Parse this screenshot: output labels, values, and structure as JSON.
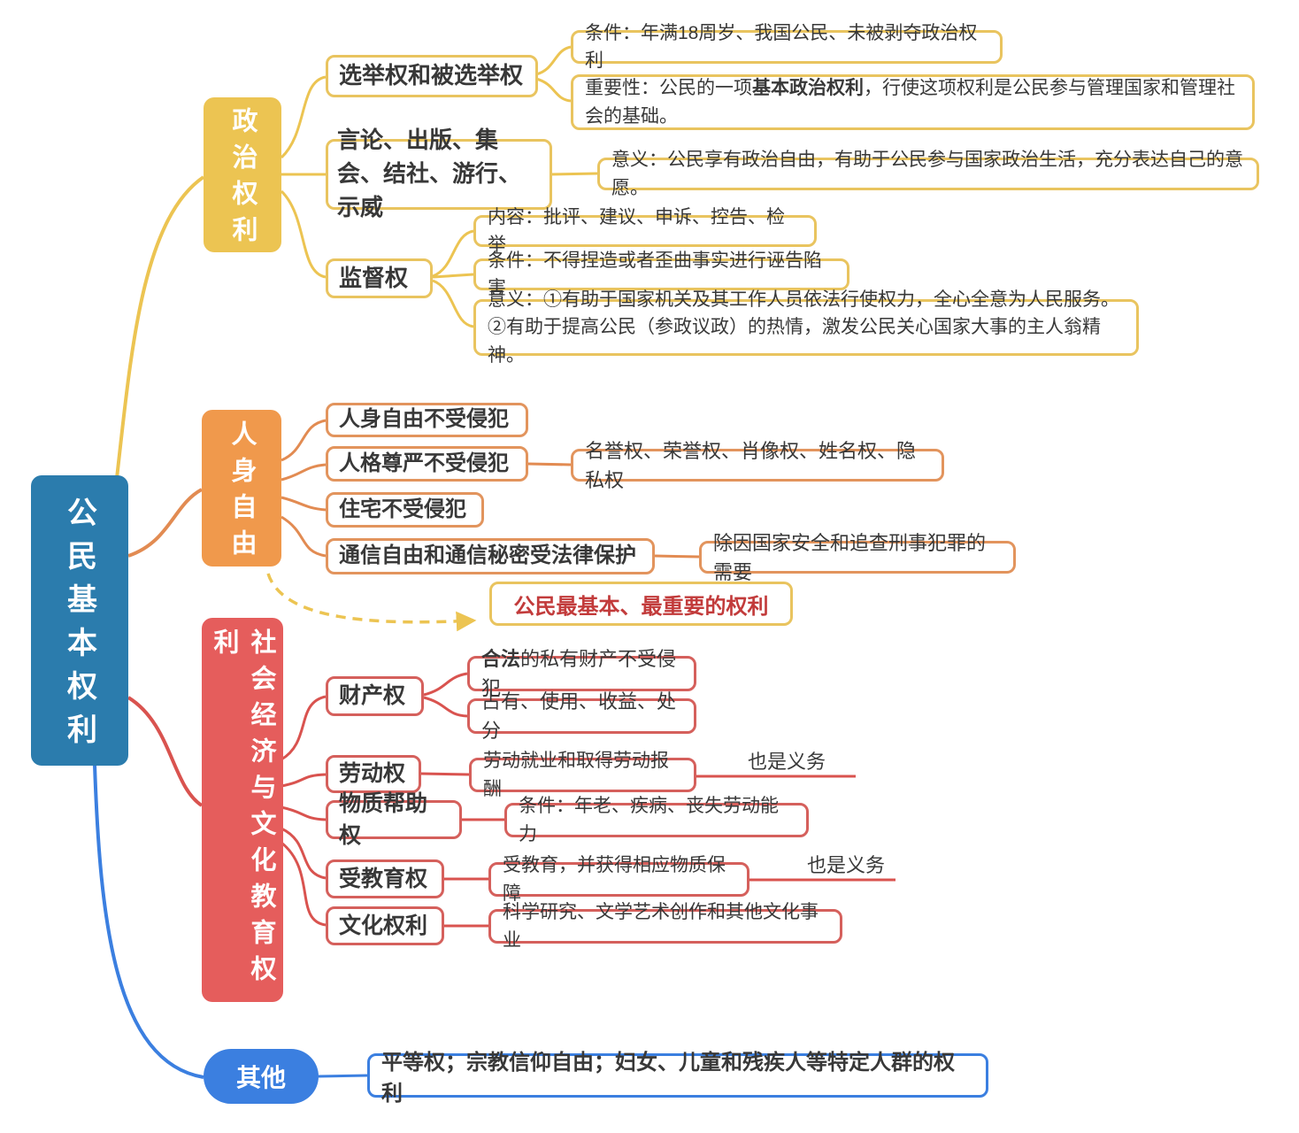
{
  "root": {
    "label": "公民基本权利"
  },
  "branches": {
    "political": {
      "label": "政治权利",
      "vote": {
        "label": "选举权和被选举权",
        "condition": "条件：年满18周岁、我国公民、未被剥夺政治权利",
        "importance_prefix": "重要性：公民的一项",
        "importance_bold": "基本政治权利",
        "importance_suffix": "，行使这项权利是公民参与管理国家和管理社会的基础。"
      },
      "speech": {
        "label": "言论、出版、集会、结社、游行、示威",
        "meaning": "意义：公民享有政治自由，有助于公民参与国家政治生活，充分表达自己的意愿。"
      },
      "supervision": {
        "label": "监督权",
        "content": "内容：批评、建议、申诉、控告、检举",
        "condition": "条件：不得捏造或者歪曲事实进行诬告陷害",
        "meaning": "意义：①有助于国家机关及其工作人员依法行使权力，全心全意为人民服务。②有助于提高公民（参政议政）的热情，激发公民关心国家大事的主人翁精神。"
      }
    },
    "personal": {
      "label": "人身自由",
      "body": "人身自由不受侵犯",
      "dignity": "人格尊严不受侵犯",
      "dignity_detail": "名誉权、荣誉权、肖像权、姓名权、隐私权",
      "residence": "住宅不受侵犯",
      "communication": "通信自由和通信秘密受法律保护",
      "communication_detail": "除因国家安全和追查刑事犯罪的需要",
      "note": "公民最基本、最重要的权利"
    },
    "social": {
      "label": "社会经济与文化教育权利",
      "property": {
        "label": "财产权",
        "detail1_bold": "合法",
        "detail1_rest": "的私有财产不受侵犯",
        "detail2": "占有、使用、收益、处分"
      },
      "labor": {
        "label": "劳动权",
        "detail": "劳动就业和取得劳动报酬",
        "annotation": "也是义务"
      },
      "material": {
        "label": "物质帮助权",
        "detail": "条件：年老、疾病、丧失劳动能力"
      },
      "education": {
        "label": "受教育权",
        "detail": "受教育，并获得相应物质保障",
        "annotation": "也是义务"
      },
      "culture": {
        "label": "文化权利",
        "detail": "科学研究、文学艺术创作和其他文化事业"
      }
    },
    "other": {
      "label": "其他",
      "detail": "平等权；宗教信仰自由；妇女、儿童和残疾人等特定人群的权利"
    }
  },
  "colors": {
    "root_fill": "#2b7cad",
    "political_fill": "#ecc452",
    "personal_fill": "#f0994c",
    "social_fill": "#e55d5c",
    "other_fill": "#3b7fe0",
    "red_text": "#c23b3b",
    "text": "#383838"
  }
}
